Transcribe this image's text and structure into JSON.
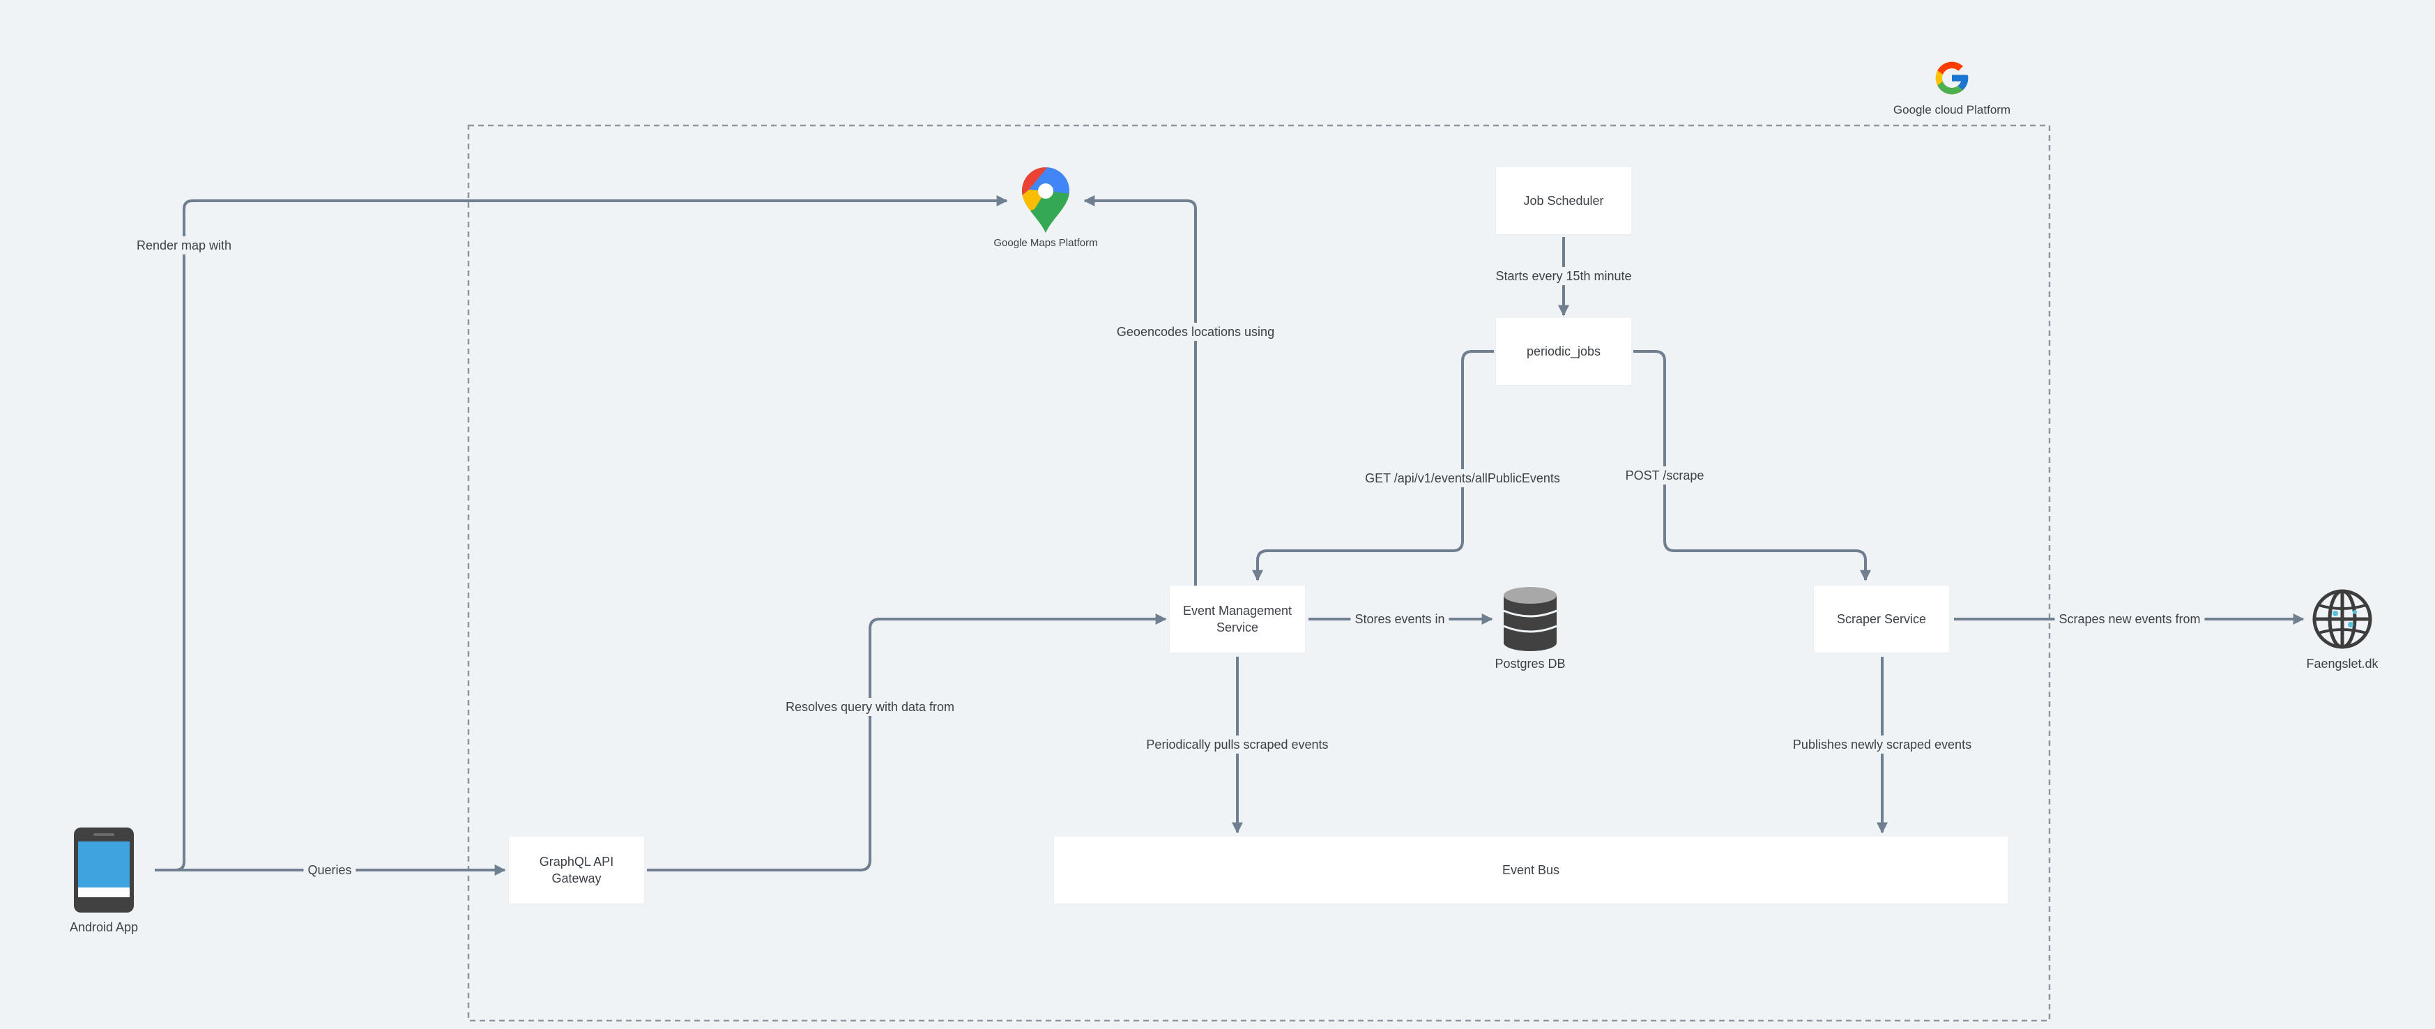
{
  "platform": {
    "name": "Google cloud Platform",
    "icon": "google-g-icon"
  },
  "nodes": {
    "job_scheduler": "Job Scheduler",
    "periodic_jobs": "periodic_jobs",
    "event_management_line1": "Event Management",
    "event_management_line2": "Service",
    "scraper_service": "Scraper Service",
    "graphql_line1": "GraphQL API",
    "graphql_line2": "Gateway",
    "event_bus": "Event Bus"
  },
  "icons": {
    "google_maps": {
      "label": "Google Maps Platform",
      "icon": "map-pin-icon"
    },
    "postgres": {
      "label": "Postgres DB",
      "icon": "database-icon"
    },
    "faengslet": {
      "label": "Faengslet.dk",
      "icon": "globe-icon"
    },
    "android": {
      "label": "Android App",
      "icon": "phone-icon"
    }
  },
  "edges": {
    "render_map": "Render map with",
    "geoencodes": "Geoencodes locations using",
    "starts_every": "Starts every 15th minute",
    "get_api": "GET /api/v1/events/allPublicEvents",
    "post_scrape": "POST /scrape",
    "stores_events": "Stores events in",
    "scrapes_new": "Scrapes new events from",
    "resolves_query": "Resolves query with data from",
    "periodically_pulls": "Periodically pulls scraped events",
    "publishes": "Publishes newly scraped events",
    "queries": "Queries"
  },
  "colors": {
    "background": "#f0f3f6",
    "edge": "#6f7f8f",
    "node": "#ffffff",
    "text": "#3b4148"
  }
}
